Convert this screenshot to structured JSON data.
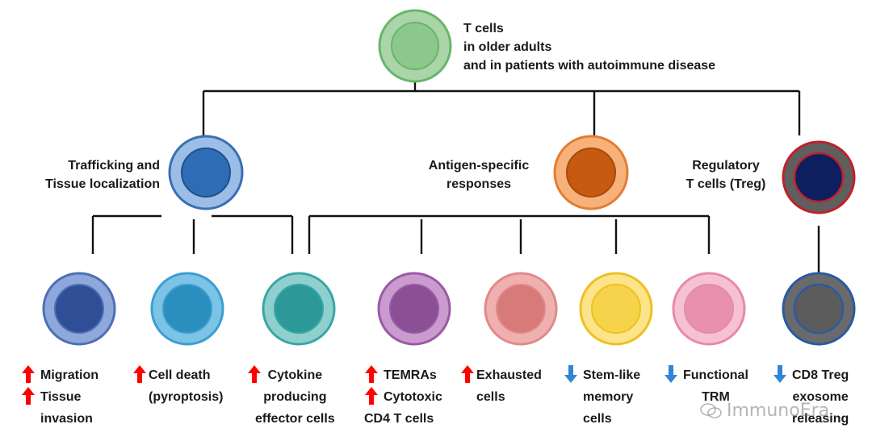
{
  "top": {
    "lines": [
      "T cells",
      "in older adults",
      "and in patients with autoimmune disease"
    ],
    "outer": "#a9d5a9",
    "ring": "#6ab56a",
    "inner": "#8cc88c"
  },
  "mid": [
    {
      "id": "trafficking",
      "lines": [
        "Trafficking and",
        "Tissue localization"
      ],
      "outer": "#9cbde6",
      "ring": "#3a6fb5",
      "inner": "#2e6db5",
      "innerStroke": "#1f4f8a"
    },
    {
      "id": "antigen",
      "lines": [
        "Antigen-specific",
        "responses"
      ],
      "outer": "#f6b27a",
      "ring": "#e37d33",
      "inner": "#c65a11",
      "innerStroke": "#a84a0c"
    },
    {
      "id": "treg",
      "lines": [
        "Regulatory",
        "T cells (Treg)"
      ],
      "outer": "#5f5f5f",
      "ring": "#c0202a",
      "inner": "#0d1f5e",
      "innerStroke": "#c0202a"
    }
  ],
  "bottom": [
    {
      "id": "migration",
      "outer": "#8fa8db",
      "ring": "#4f6fb5",
      "inner": "#2f4e96",
      "effects": [
        {
          "arrow": "up",
          "lines": [
            "Migration"
          ]
        },
        {
          "arrow": "up",
          "lines": [
            "Tissue",
            "invasion"
          ]
        }
      ]
    },
    {
      "id": "cell-death",
      "outer": "#7cc3e6",
      "ring": "#3a9fcf",
      "inner": "#2a8fbf",
      "effects": [
        {
          "arrow": "up",
          "lines": [
            "Cell death",
            "(pyroptosis)"
          ]
        }
      ]
    },
    {
      "id": "cytokine",
      "outer": "#8fd0cf",
      "ring": "#3aa6a4",
      "inner": "#2c9897",
      "effects": [
        {
          "arrow": "up",
          "lines": [
            "Cytokine",
            "producing",
            "effector cells"
          ]
        }
      ]
    },
    {
      "id": "temra",
      "outer": "#c99bcf",
      "ring": "#9a5aa5",
      "inner": "#8a4f95",
      "effects": [
        {
          "arrow": "up",
          "lines": [
            "TEMRAs"
          ]
        },
        {
          "arrow": "up",
          "lines": [
            "Cytotoxic",
            "CD4 T cells"
          ]
        }
      ]
    },
    {
      "id": "exhausted",
      "outer": "#f0b0b0",
      "ring": "#e08a8a",
      "inner": "#d97a7a",
      "effects": [
        {
          "arrow": "up",
          "lines": [
            "Exhausted",
            "cells"
          ]
        }
      ]
    },
    {
      "id": "stem-like",
      "outer": "#fbe48a",
      "ring": "#f0c020",
      "inner": "#f5d34a",
      "effects": [
        {
          "arrow": "down",
          "lines": [
            "Stem-like",
            "memory",
            "cells"
          ]
        }
      ]
    },
    {
      "id": "trm",
      "outer": "#f6c2d2",
      "ring": "#e68aa8",
      "inner": "#e890ae",
      "effects": [
        {
          "arrow": "down",
          "lines": [
            "Functional",
            "TRM"
          ]
        }
      ]
    },
    {
      "id": "cd8-treg",
      "outer": "#6a6a6a",
      "ring": "#2a5aa0",
      "inner": "#5c5c5c",
      "effects": [
        {
          "arrow": "down",
          "lines": [
            "CD8 Treg",
            "exosome",
            "releasing"
          ]
        }
      ]
    }
  ],
  "arrows": {
    "up": "#ff0000",
    "down": "#2f86d6"
  },
  "watermark": "ImmunoEra"
}
